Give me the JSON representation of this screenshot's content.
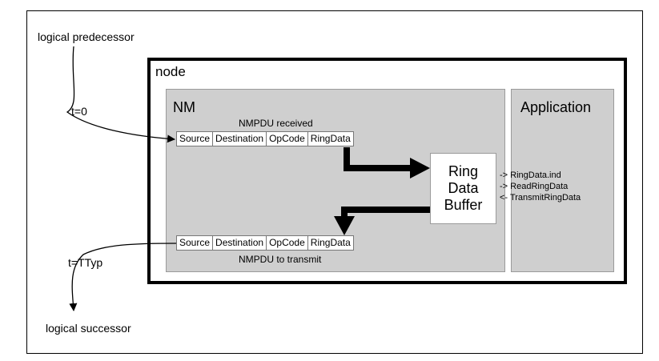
{
  "labels": {
    "predecessor": "logical predecessor",
    "successor": "logical successor",
    "node": "node",
    "nm": "NM",
    "application": "Application",
    "t0": "t=0",
    "ttyp": "t=TTyp",
    "received": "NMPDU received",
    "transmit": "NMPDU to transmit"
  },
  "frame_fields": [
    "Source",
    "Destination",
    "OpCode",
    "RingData"
  ],
  "buffer_label": "Ring\nData\nBuffer",
  "api_calls": [
    "-> RingData.ind",
    "-> ReadRingData",
    "<- TransmitRingData"
  ],
  "colors": {
    "panel": "#cfcfcf",
    "border": "#000000"
  }
}
